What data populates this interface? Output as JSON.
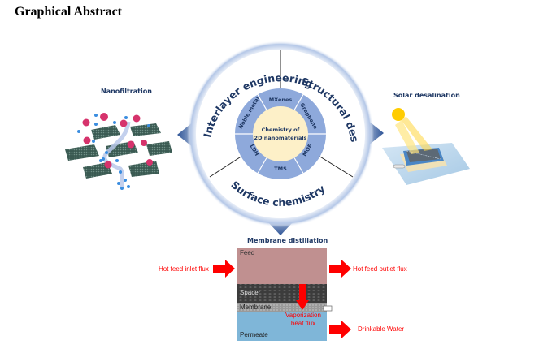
{
  "title": "Graphical Abstract",
  "hub": {
    "center": "Chemistry of\n2D nanomaterials",
    "center_line1": "Chemistry of",
    "center_line2": "2D nanomaterials",
    "materials": [
      "MXenes",
      "Graphene",
      "MOF",
      "TMS",
      "LDH",
      "Noble metal"
    ],
    "strategies": [
      "Interlayer engineering",
      "Structural design",
      "Surface chemistry"
    ]
  },
  "applications": {
    "left": "Nanofiltration",
    "right": "Solar desalination",
    "bottom": "Membrane distillation"
  },
  "md_diagram": {
    "layers": {
      "feed": "Feed",
      "spacer": "Spacer",
      "membrane": "Membrane",
      "permeate": "Permeate"
    },
    "fluxes": {
      "inlet": "Hot feed inlet flux",
      "outlet": "Hot feed outlet flux",
      "vaporization_line1": "Vaporization",
      "vaporization_line2": "heat flux",
      "product": "Drinkable Water"
    }
  },
  "colors": {
    "navy": "#1f3864",
    "ring": "#8ea9db",
    "core": "#fdf0c8",
    "feed": "#c09090",
    "permeate": "#7fb6d8",
    "arrow_red": "#ff0000",
    "arrow_blue": "#2f5597"
  }
}
